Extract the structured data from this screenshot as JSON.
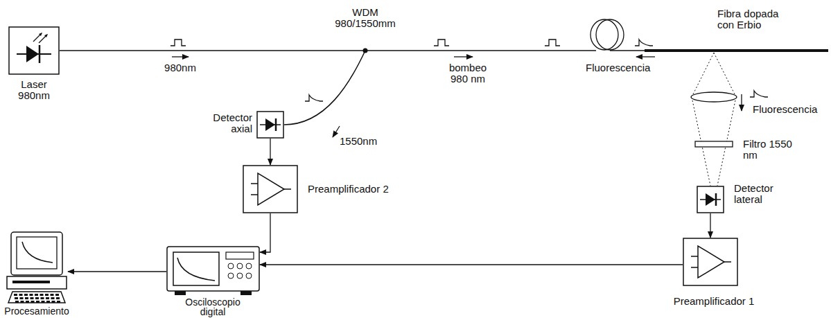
{
  "diagram": {
    "nodes": [
      {
        "text": [
          "Laser 980nm"
        ]
      },
      {
        "text": [
          "Detector axial"
        ]
      },
      {
        "text": [
          "Preamplificador 2"
        ]
      },
      {
        "text": [
          "Osciloscopio digital"
        ]
      },
      {
        "text": [
          "Procesamiento"
        ]
      },
      {
        "text": [
          "Detector lateral"
        ]
      },
      {
        "text": [
          "Preamplificador 1"
        ]
      }
    ],
    "edges": [
      {
        "from": 0,
        "to": 1,
        "arrow": "none"
      },
      {
        "from": 1,
        "to": 2,
        "arrow": "to"
      },
      {
        "from": 2,
        "to": 3,
        "arrow": "to"
      },
      {
        "from": 5,
        "to": 6,
        "arrow": "to"
      },
      {
        "from": 6,
        "to": 3,
        "arrow": "to"
      },
      {
        "from": 3,
        "to": 4,
        "arrow": "to"
      }
    ],
    "labels": [
      "WDM 980/1550mm",
      "980nm",
      "bombeo 980 nm",
      "Fluorescencia",
      "Fibra dopada con Erbio",
      "Fluorescencia",
      "Filtro 1550 nm",
      "1550nm"
    ]
  }
}
